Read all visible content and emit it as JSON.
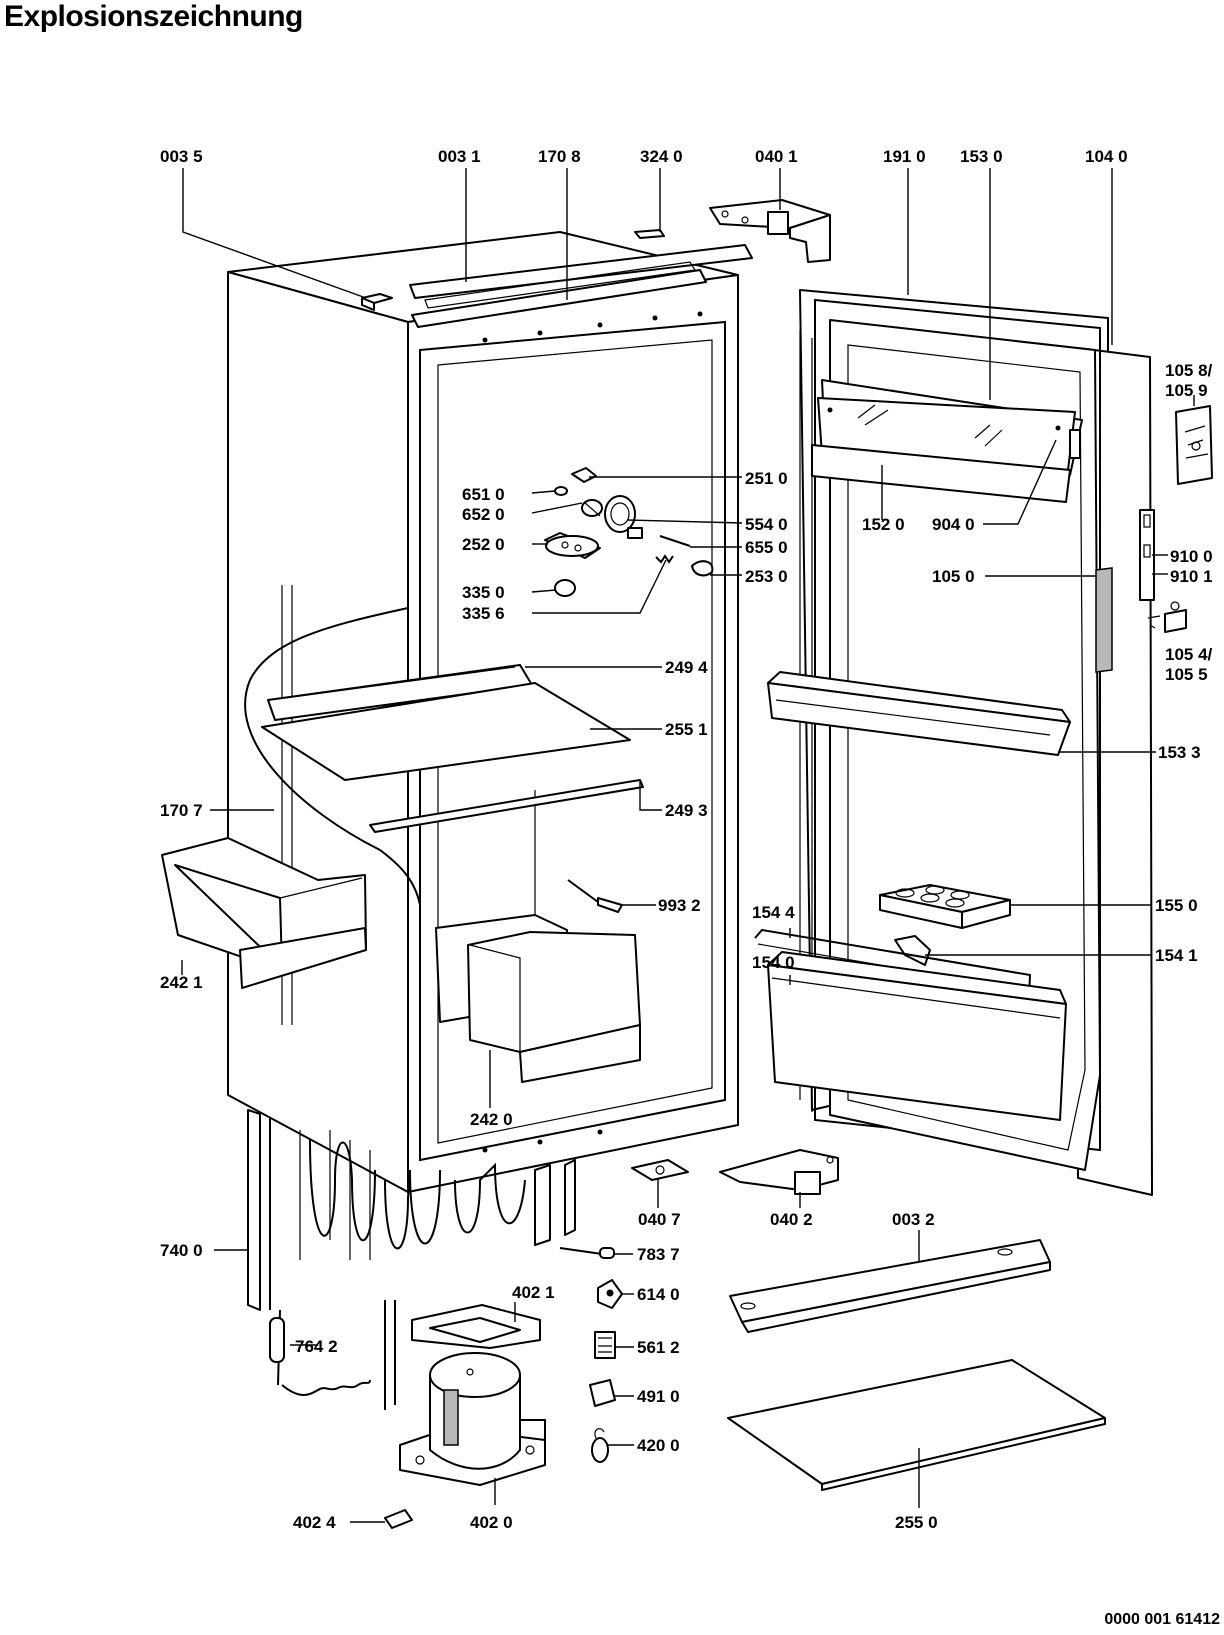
{
  "title": "Explosionszeichnung",
  "document_number": "0000 001 61412",
  "part_labels": [
    "003 5",
    "003 1",
    "170 8",
    "324 0",
    "040 1",
    "191 0",
    "153 0",
    "104 0",
    "105 8/",
    "105 9",
    "251 0",
    "651 0",
    "652 0",
    "554 0",
    "252 0",
    "655 0",
    "335 0",
    "253 0",
    "335 6",
    "152 0",
    "904 0",
    "105 0",
    "910 0",
    "910 1",
    "105 4/",
    "105 5",
    "249 4",
    "255 1",
    "153 3",
    "170 7",
    "249 3",
    "993 2",
    "155 0",
    "154 4",
    "154 1",
    "242 1",
    "154 0",
    "242 0",
    "040 7",
    "040 2",
    "003 2",
    "740 0",
    "783 7",
    "402 1",
    "614 0",
    "764 2",
    "561 2",
    "491 0",
    "420 0",
    "402 4",
    "402 0",
    "255 0"
  ]
}
